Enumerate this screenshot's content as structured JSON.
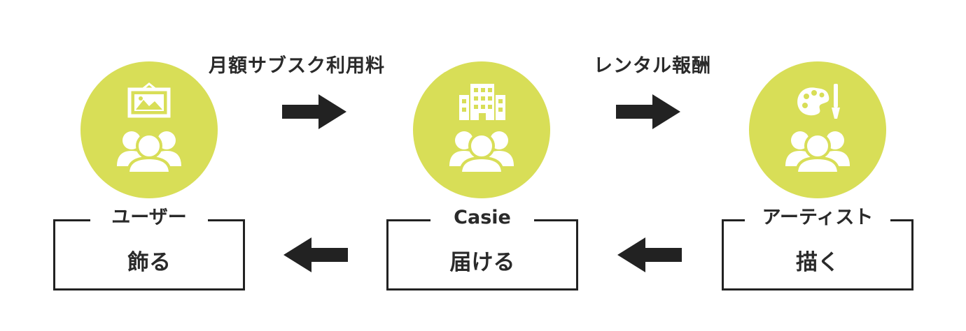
{
  "flows": {
    "subscription_label": "月額サブスク利用料",
    "rental_label": "レンタル報酬"
  },
  "actors": [
    {
      "role": "ユーザー",
      "action": "飾る",
      "icon": "framed-picture-icon"
    },
    {
      "role": "Casie",
      "action": "届ける",
      "icon": "office-building-icon"
    },
    {
      "role": "アーティスト",
      "action": "描く",
      "icon": "paint-palette-brush-icon"
    }
  ],
  "colors": {
    "circle": "#d8de57",
    "icon": "#ffffff",
    "arrow": "#222222",
    "box_border": "#222222"
  }
}
